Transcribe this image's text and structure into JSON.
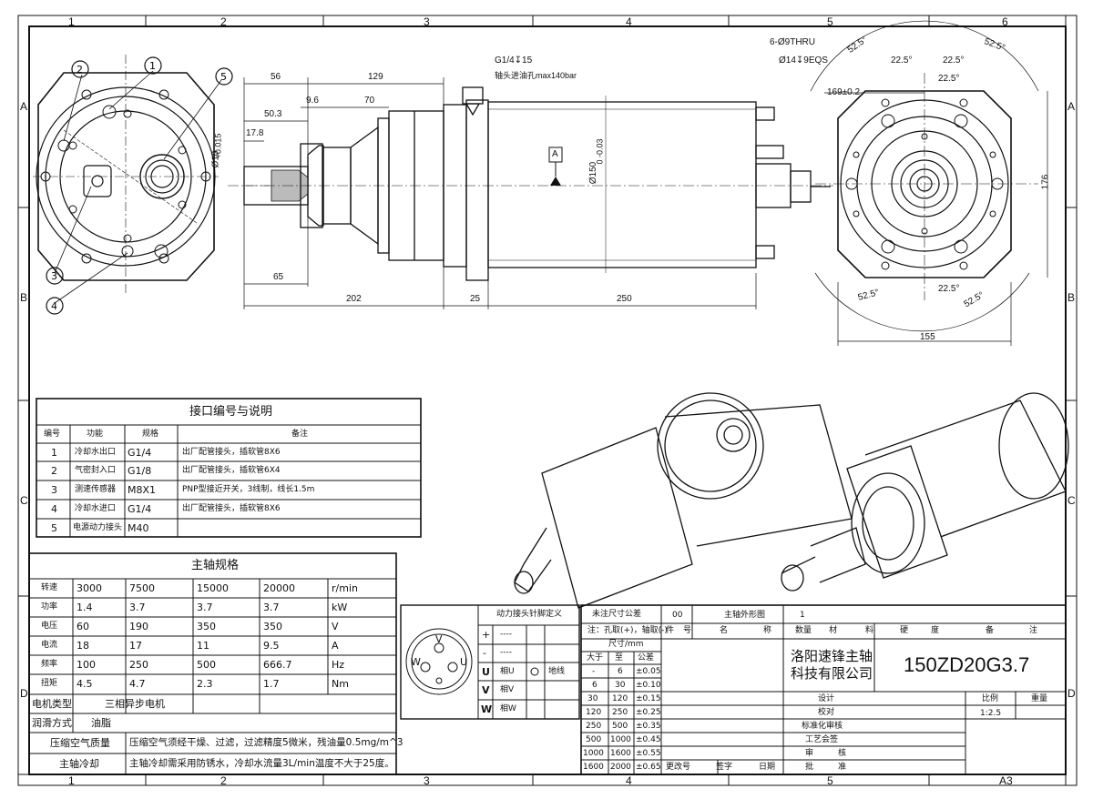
{
  "zones_x": [
    "1",
    "2",
    "3",
    "4",
    "5",
    "6"
  ],
  "zones_y": [
    "A",
    "B",
    "C",
    "D"
  ],
  "paper_size": "A3",
  "dimensions": {
    "d56": "56",
    "d129": "129",
    "d50_3": "50.3",
    "d9_6": "9.6",
    "d70": "70",
    "d17_8": "17.8",
    "d10": "Ø10",
    "d10_tol": "+0.015",
    "d65": "65",
    "d202": "202",
    "d25": "25",
    "d250": "250",
    "d150": "Ø150",
    "d150_tol": "0 -0.03",
    "d176": "176",
    "d155": "155",
    "d169": "169±0.2",
    "a52_5": "52.5°",
    "a22_5": "22.5°",
    "holes1": "6-Ø9THRU",
    "holes2": "Ø14↧9EQS",
    "g14": "G1/4↧15",
    "g14_note": "轴头进油孔max140bar",
    "datum": "A"
  },
  "callouts": [
    "1",
    "2",
    "3",
    "4",
    "5"
  ],
  "interface_table": {
    "title": "接口编号与说明",
    "headers": [
      "编号",
      "功能",
      "规格",
      "备注"
    ],
    "rows": [
      [
        "1",
        "冷却水出口",
        "G1/4",
        "出厂配管接头，插软管8X6"
      ],
      [
        "2",
        "气密封入口",
        "G1/8",
        "出厂配管接头，插软管6X4"
      ],
      [
        "3",
        "测速传感器",
        "M8X1",
        "PNP型接近开关，3线制，线长1.5m"
      ],
      [
        "4",
        "冷却水进口",
        "G1/4",
        "出厂配管接头，插软管8X6"
      ],
      [
        "5",
        "电源动力接头",
        "M40",
        ""
      ]
    ]
  },
  "spec_table": {
    "title": "主轴规格",
    "rows": [
      [
        "转速",
        "3000",
        "7500",
        "15000",
        "20000",
        "r/min"
      ],
      [
        "功率",
        "1.4",
        "3.7",
        "3.7",
        "3.7",
        "kW"
      ],
      [
        "电压",
        "60",
        "190",
        "350",
        "350",
        "V"
      ],
      [
        "电流",
        "18",
        "17",
        "11",
        "9.5",
        "A"
      ],
      [
        "频率",
        "100",
        "250",
        "500",
        "666.7",
        "Hz"
      ],
      [
        "扭矩",
        "4.5",
        "4.7",
        "2.3",
        "1.7",
        "Nm"
      ]
    ],
    "motor_type_label": "电机类型",
    "motor_type": "三相异步电机",
    "lube_label": "润滑方式",
    "lube": "油脂",
    "air_label": "压缩空气质量",
    "air": "压缩空气须经干燥、过滤，过滤精度5微米，残油量0.5mg/m^3",
    "cool_label": "主轴冷却",
    "cool": "主轴冷却需采用防锈水，冷却水流量3L/min温度不大于25度。"
  },
  "pin_table": {
    "title": "动力接头针脚定义",
    "rows": [
      [
        "+",
        "----",
        ""
      ],
      [
        "-",
        "----",
        ""
      ],
      [
        "U",
        "相U",
        "地线"
      ],
      [
        "V",
        "相V",
        ""
      ],
      [
        "W",
        "相W",
        ""
      ]
    ],
    "connector_labels": [
      "V",
      "W",
      "U"
    ]
  },
  "tolerance_table": {
    "title": "未注尺寸公差",
    "sub": "注：孔取(+)，轴取(-)",
    "unit": "尺寸/mm",
    "headers": [
      "大于",
      "至",
      "公差"
    ],
    "rows": [
      [
        "-",
        "6",
        "±0.05"
      ],
      [
        "6",
        "30",
        "±0.10"
      ],
      [
        "30",
        "120",
        "±0.15"
      ],
      [
        "120",
        "250",
        "±0.25"
      ],
      [
        "250",
        "500",
        "±0.35"
      ],
      [
        "500",
        "1000",
        "±0.45"
      ],
      [
        "1000",
        "1600",
        "±0.55"
      ],
      [
        "1600",
        "2000",
        "±0.65"
      ]
    ]
  },
  "title_block": {
    "code": "00",
    "drawing_name": "主轴外形图",
    "sheet_no": "1",
    "cols": [
      "件",
      "号",
      "名",
      "称",
      "数量",
      "材",
      "料",
      "硬",
      "度",
      "备",
      "注"
    ],
    "company1": "洛阳速锋主轴",
    "company2": "科技有限公司",
    "model": "150ZD20G3.7",
    "scale_label": "比例",
    "weight_label": "重量",
    "scale": "1:2.5",
    "design": "设计",
    "check": "校对",
    "standard": "标准化审核",
    "process": "工艺会签",
    "review": "审　　　核",
    "approve": "批　　　准",
    "bottom": [
      "更改号",
      "签字",
      "日期"
    ]
  }
}
